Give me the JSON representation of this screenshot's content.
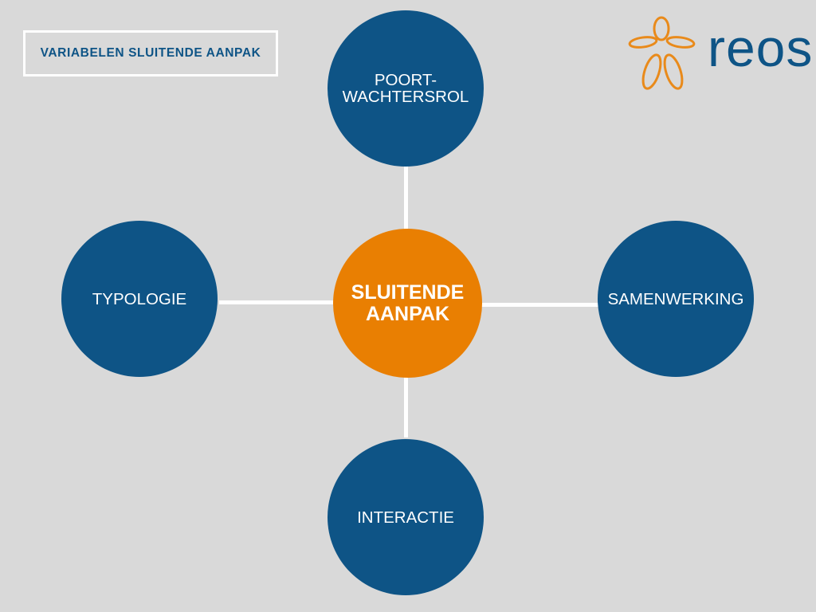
{
  "title": "VARIABELEN SLUITENDE AANPAK",
  "center": {
    "label": "SLUITENDE\nAANPAK",
    "color": "#e97f02"
  },
  "nodes": {
    "top": "POORT-\nWACHTERSROL",
    "left": "TYPOLOGIE",
    "right": "SAMENWERKING",
    "bottom": "INTERACTIE",
    "color": "#0e5486"
  },
  "logo": {
    "text": "reos",
    "icon": "reos-figure-logo",
    "icon_color": "#e98a1a",
    "text_color": "#0e5486"
  },
  "background_color": "#d9d9d9"
}
